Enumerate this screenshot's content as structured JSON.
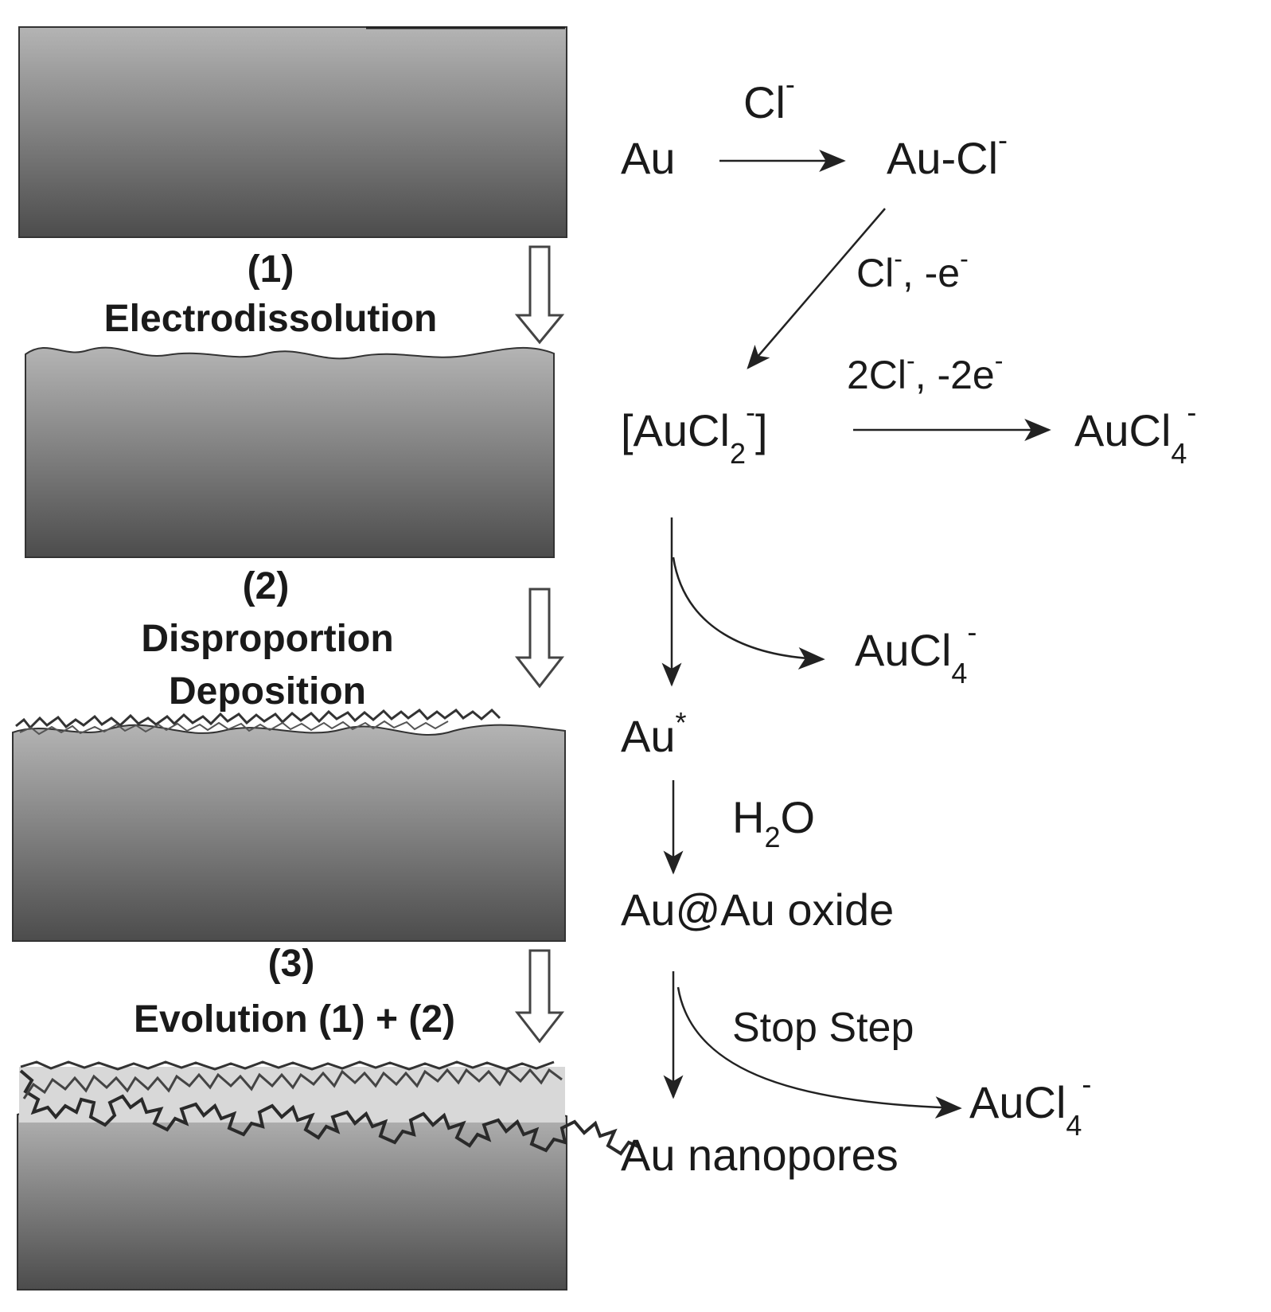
{
  "left_panel": {
    "steps": [
      {
        "number": "(1)",
        "lines": [
          "Electrodissolution"
        ]
      },
      {
        "number": "(2)",
        "lines": [
          "Disproportion",
          "Deposition"
        ]
      },
      {
        "number": "(3)",
        "lines": [
          "Evolution (1) + (2)"
        ]
      }
    ]
  },
  "scheme": {
    "species": {
      "au": "Au",
      "au_cl": {
        "base": "Au-Cl",
        "sup": "-"
      },
      "aucl2": {
        "open": "[AuCl",
        "sub": "2",
        "sup": "-",
        "close": "]"
      },
      "aucl4_top": {
        "base": "AuCl",
        "sub": "4",
        "sup": "-"
      },
      "aucl4_mid": {
        "base": "AuCl",
        "sub": "4",
        "sup": "-"
      },
      "au_star": {
        "base": "Au",
        "sup": "*"
      },
      "au_oxide": "Au@Au oxide",
      "aucl4_bottom": {
        "base": "AuCl",
        "sub": "4",
        "sup": "-"
      },
      "au_nanopores": "Au nanopores"
    },
    "conditions": {
      "cl": {
        "base": "Cl",
        "sup": "-"
      },
      "cl_e": {
        "a": "Cl",
        "a_sup": "-",
        "b": ", -e",
        "b_sup": "-"
      },
      "two_cl_2e": {
        "a": "2Cl",
        "a_sup": "-",
        "b": ", -2e",
        "b_sup": "-"
      },
      "h2o": {
        "a": "H",
        "sub": "2",
        "b": "O"
      },
      "stop_step": "Stop Step"
    }
  },
  "colors": {
    "electrode_top": "#b4b4b4",
    "electrode_bottom": "#4c4c4c",
    "arrow": "#222222",
    "text": "#1a1a1a"
  }
}
